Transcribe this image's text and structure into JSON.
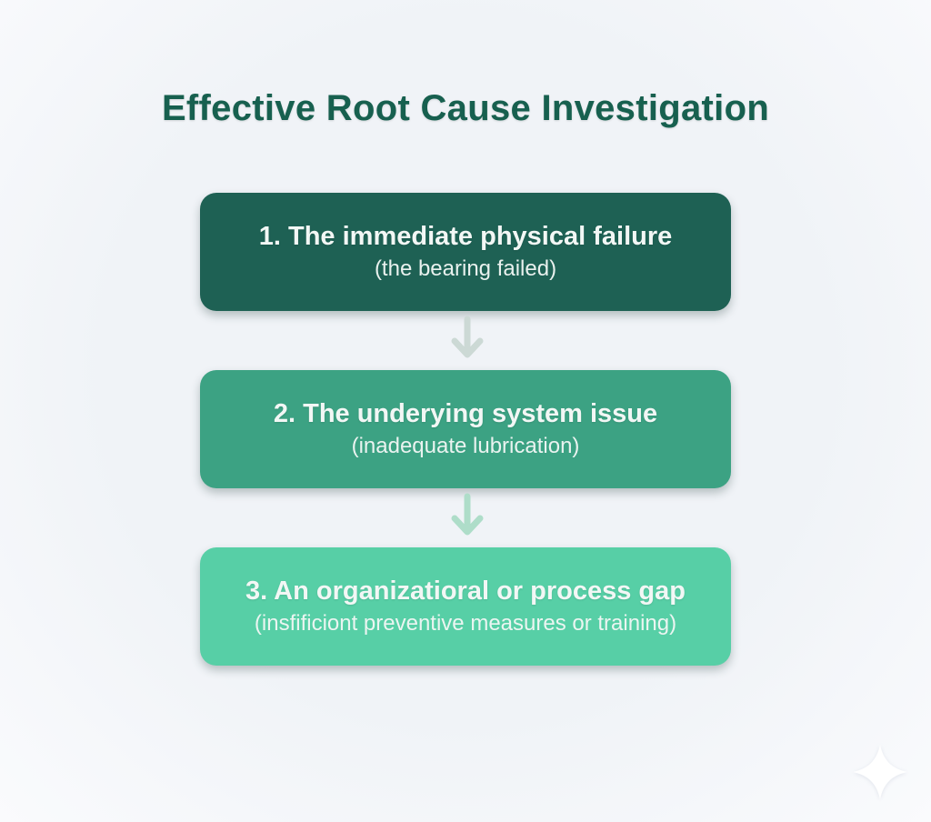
{
  "title": "Effective Root Cause Investigation",
  "steps": [
    {
      "heading": "1. The immediate physical failure",
      "subtext": "(the bearing failed)"
    },
    {
      "heading": "2. The underying system issue",
      "subtext": "(inadequate lubrication)"
    },
    {
      "heading": "3. An organizatioral or process gap",
      "subtext": "(insfificiont preventive measures or training)"
    }
  ],
  "icons": {
    "down_arrow_count": 2,
    "sparkle": "four-pointed-star"
  },
  "colors": {
    "background": "#f0f3f7",
    "title_text": "#17604f",
    "step1_bg": "#1e6154",
    "step2_bg": "#3ca283",
    "step3_bg": "#57cfa6",
    "step_text": "#f2f7f5",
    "arrow1": "#ccd9d5",
    "arrow2": "#aeddc9",
    "sparkle": "#ffffff"
  }
}
